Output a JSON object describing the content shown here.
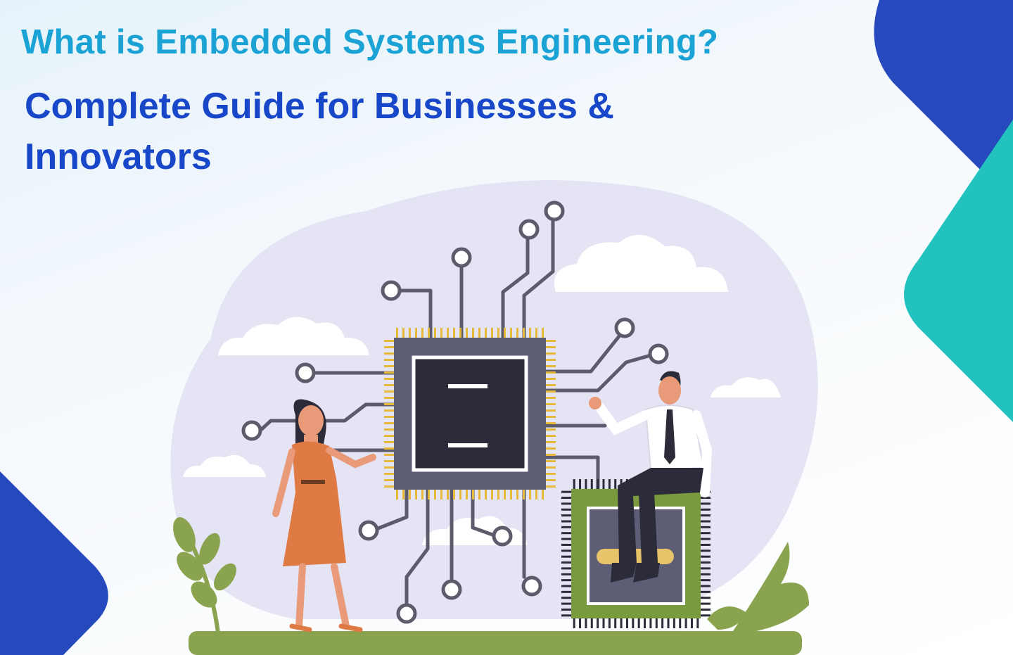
{
  "title": {
    "line1": "What is Embedded Systems Engineering?",
    "line2a": "Complete Guide for Businesses &",
    "line2b": "Innovators"
  },
  "colors": {
    "title_light_blue": "#1aa3d4",
    "title_dark_blue": "#1848c9",
    "corner_blue": "#2649bd",
    "corner_teal": "#22c2bf",
    "blob": "#e4e4f5",
    "chip_frame": "#5d5d75",
    "chip_core": "#2b2b3a",
    "chip_pins": "#e7b93a",
    "small_chip_frame": "#7a9a3e",
    "grass": "#8aa34e",
    "woman_dress": "#e07a45",
    "circuit": "#5b5b6b"
  },
  "icons": [
    "embedded-chip-icon",
    "small-chip-icon",
    "circuit-trace-icon",
    "woman-illustration",
    "man-illustration",
    "plant-icon",
    "cloud-icon"
  ]
}
